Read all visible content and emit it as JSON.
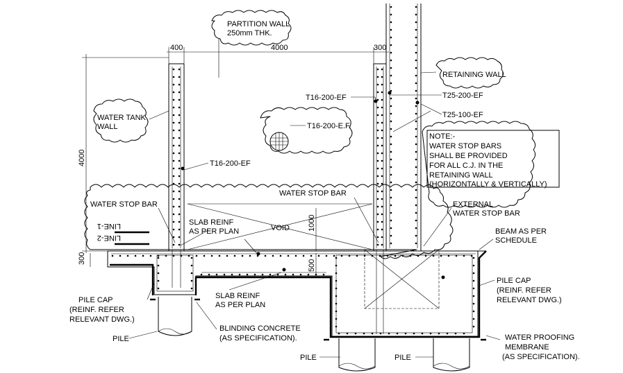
{
  "dimensions": {
    "wall_left": "400",
    "span": "4000",
    "wall_right": "300",
    "height": "4000",
    "void_depth": "1000",
    "slab_thk": "300",
    "step": "500"
  },
  "labels": {
    "partition_wall": [
      "PARTITION WALL",
      "250mm THK."
    ],
    "water_tank_wall": [
      "WATER TANK",
      "WALL"
    ],
    "retaining_wall": "RETAINING WALL",
    "t16_left": "T16-200-EF",
    "t16_mid": "T16-200-EF",
    "t16_ef": "T16-200-E.F.",
    "t25_200": "T25-200-EF",
    "t25_100": "T25-100-EF",
    "note": [
      "NOTE:-",
      "WATER STOP BARS",
      "SHALL BE PROVIDED",
      "FOR ALL C.J. IN THE",
      "RETAINING WALL",
      "(HORIZONTALLY & VERTICALLY)"
    ],
    "water_stop_bar_left": "WATER STOP BAR",
    "water_stop_bar_mid": "WATER STOP BAR",
    "external_water_stop_bar": [
      "EXTERNAL",
      "WATER STOP BAR"
    ],
    "slab_reinf_upper": [
      "SLAB REINF",
      "AS PER PLAN"
    ],
    "void": "VOID",
    "beam": [
      "BEAM AS PER",
      "SCHEDULE"
    ],
    "line_1": "LINE-1",
    "line_2": "LINE-2",
    "pile_cap_left": [
      "PILE CAP",
      "(REINF. REFER",
      "RELEVANT DWG.)"
    ],
    "pile_cap_right": [
      "PILE CAP",
      "(REINF. REFER",
      "RELEVANT DWG.)"
    ],
    "slab_reinf_lower": [
      "SLAB REINF",
      "AS PER PLAN"
    ],
    "blinding": [
      "BLINDING CONCRETE",
      "(AS SPECIFICATION)."
    ],
    "pile_left": "PILE",
    "pile_mid": "PILE",
    "pile_right": "PILE",
    "membrane": [
      "WATER PROOFING",
      "MEMBRANE",
      "(AS SPECIFICATION)."
    ]
  }
}
